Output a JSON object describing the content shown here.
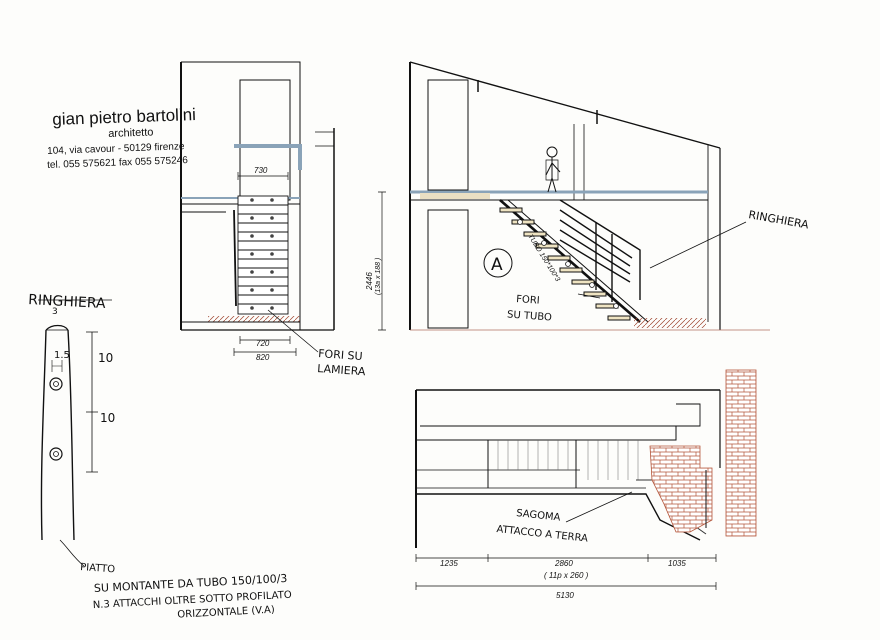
{
  "header": {
    "name": "gian pietro bartolini",
    "role": "architetto",
    "address": "104, via cavour - 50129 firenze",
    "phone": "tel. 055 575621 fax 055 575246"
  },
  "detail": {
    "title": "RINGHIERA",
    "scale": "3",
    "dim_top": "1.5",
    "dim_a": "10",
    "dim_b": "10",
    "base_label": "PIATTO"
  },
  "section_left": {
    "width_top": "730",
    "width_bottom_inner": "720",
    "width_bottom_outer": "820",
    "note": "FORI SU LAMIERA"
  },
  "section_a": {
    "marker": "A",
    "height_dim": "2446",
    "height_sub": "(13a x 188 )",
    "tube_label": "TUBO 150*100*3",
    "holes_note": "FORI SU TUBO",
    "rail_note": "RINGHIERA"
  },
  "plan": {
    "note": "SAGOMA ATTACCO A TERRA",
    "dims": [
      "1235",
      "2860",
      "1035"
    ],
    "dim_sub": "( 11p x 260 )",
    "total": "5130"
  },
  "footer_note": {
    "line1": "SU MONTANTE DA TUBO 150/100/3",
    "line2": "N.3 ATTACCHI OLTRE SOTTO PROFILATO",
    "line3": "ORIZZONTALE (V.A)"
  }
}
